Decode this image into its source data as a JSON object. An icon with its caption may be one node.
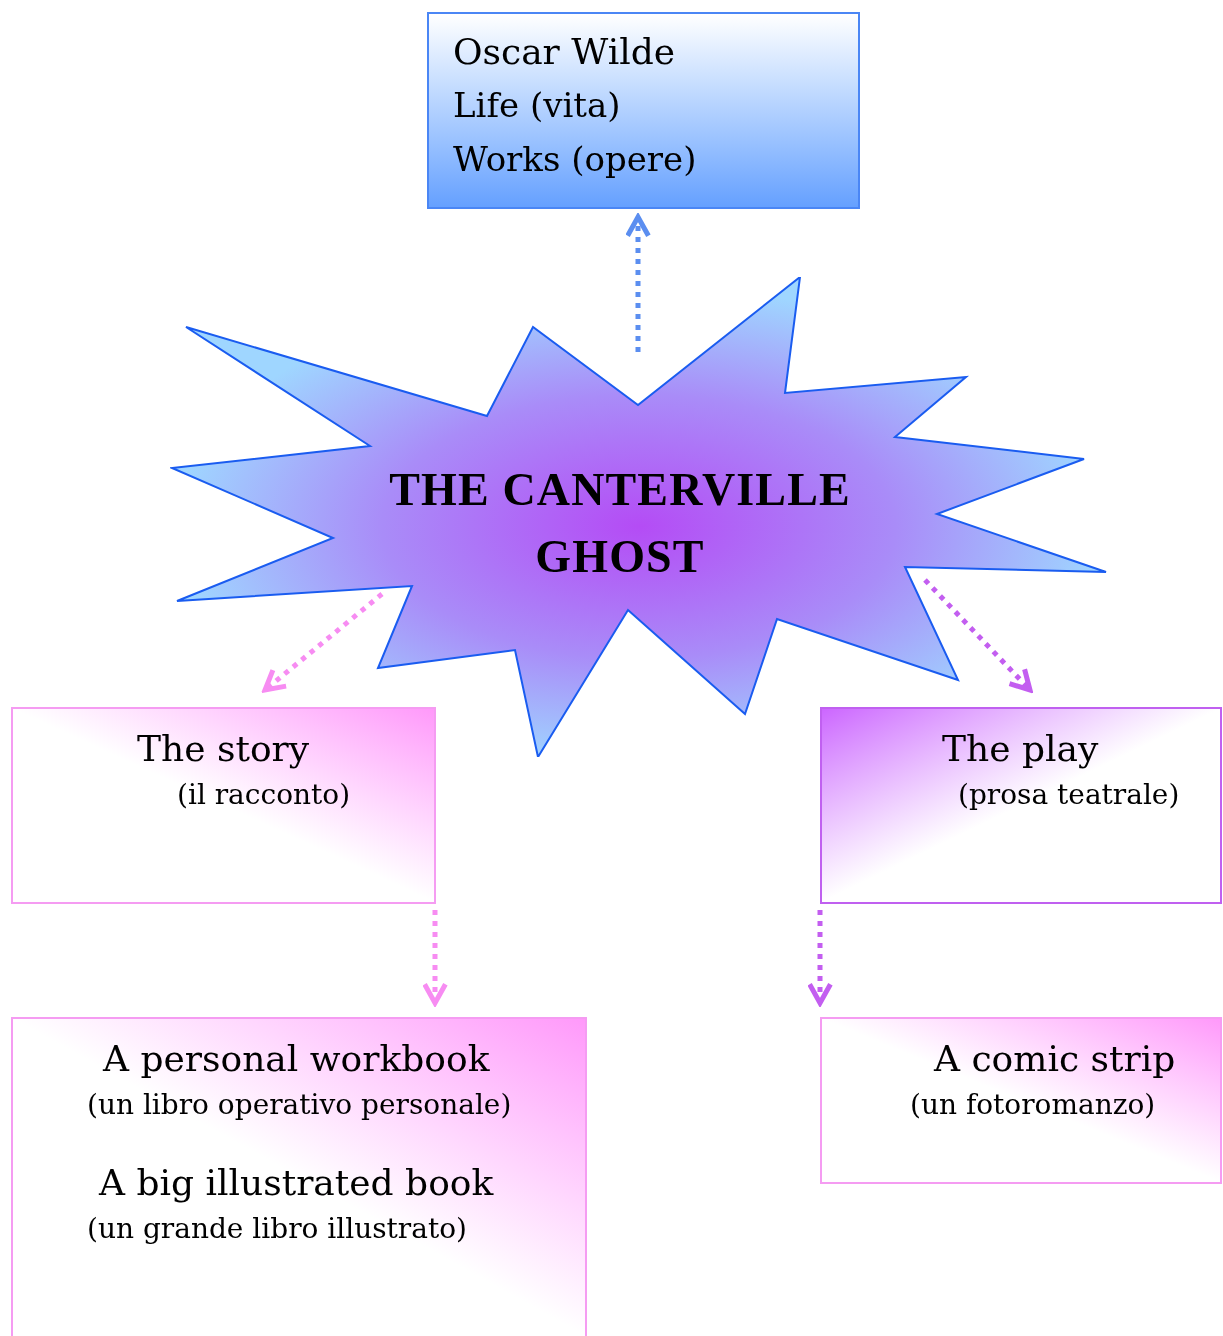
{
  "diagram": {
    "nodes": [
      {
        "text": [
          "Oscar Wilde",
          "Life (vita)",
          "Works (opere)"
        ]
      },
      {
        "text": [
          "THE CANTERVILLE GHOST"
        ]
      },
      {
        "text": [
          "The story",
          "(il racconto)"
        ]
      },
      {
        "text": [
          "The play",
          "(prosa teatrale)"
        ]
      },
      {
        "text": [
          "A personal workbook",
          "(un libro operativo personale)",
          "A big illustrated book",
          "(un grande libro illustrato)"
        ]
      },
      {
        "text": [
          "A comic strip",
          "(un fotoromanzo)"
        ]
      }
    ],
    "edges": [
      {
        "from": 1,
        "to": 0,
        "arrow": "to",
        "color": "#5b8ef0"
      },
      {
        "from": 1,
        "to": 2,
        "arrow": "to",
        "color": "#f78cf2"
      },
      {
        "from": 1,
        "to": 3,
        "arrow": "to",
        "color": "#c35ef0"
      },
      {
        "from": 2,
        "to": 4,
        "arrow": "to",
        "color": "#f78cf2"
      },
      {
        "from": 3,
        "to": 5,
        "arrow": "to",
        "color": "#c35ef0"
      }
    ]
  }
}
